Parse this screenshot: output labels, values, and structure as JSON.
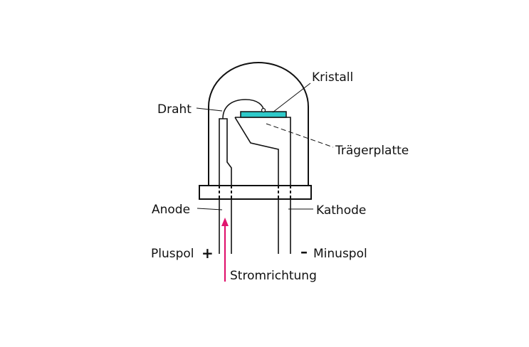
{
  "labels": {
    "kristall": "Kristall",
    "draht": "Draht",
    "traegerplatte": "Trägerplatte",
    "anode": "Anode",
    "kathode": "Kathode",
    "pluspol": "Pluspol",
    "minuspol": "Minuspol",
    "plus_sign": "+",
    "minus_sign": "–",
    "stromrichtung": "Stromrichtung"
  },
  "colors": {
    "crystal": "#2ec9c9",
    "current_arrow": "#e0156e",
    "outline": "#111111"
  }
}
